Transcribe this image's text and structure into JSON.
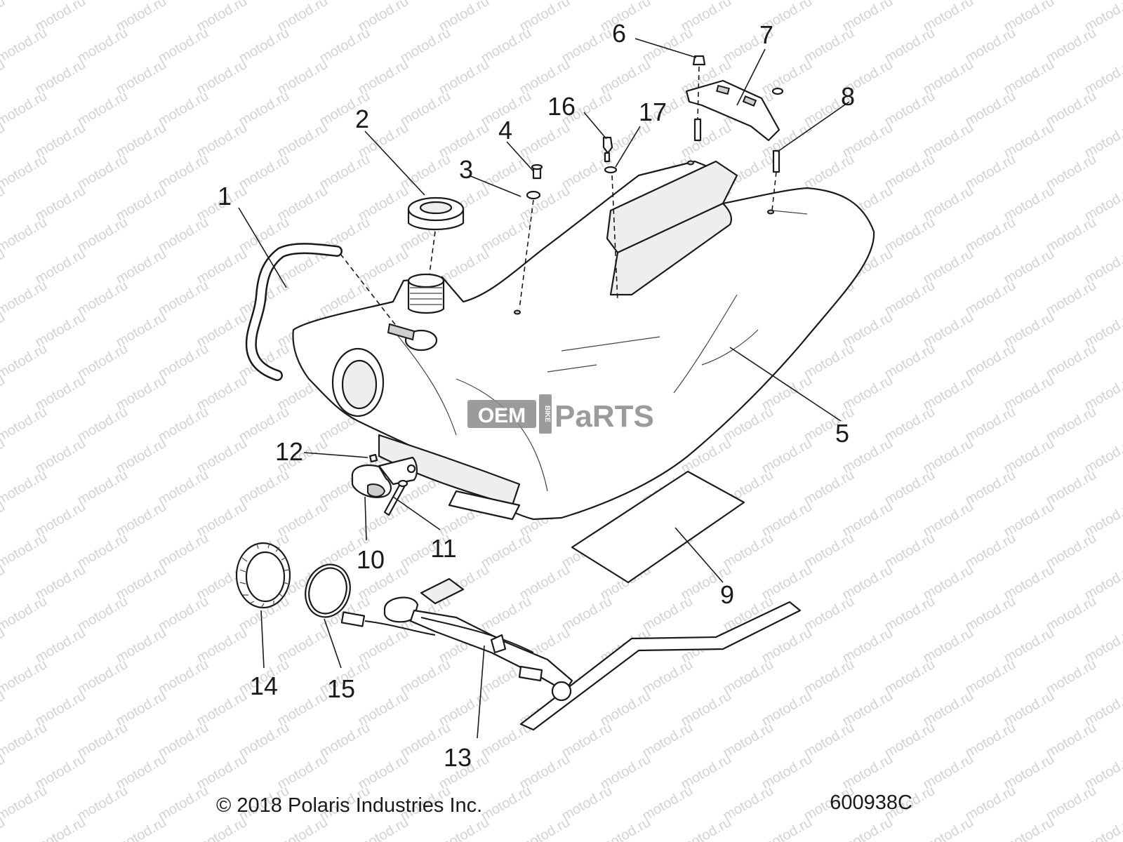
{
  "watermark": "motod.ru",
  "logo": {
    "oem": "OEM",
    "bike": "BIKE",
    "parts": "PaRTS"
  },
  "callouts": [
    "1",
    "2",
    "3",
    "4",
    "5",
    "6",
    "7",
    "8",
    "9",
    "10",
    "11",
    "12",
    "13",
    "14",
    "15",
    "16",
    "17"
  ],
  "footer": {
    "copyright": "© 2018 Polaris Industries Inc.",
    "diagram_id": "600938C"
  },
  "colors": {
    "line": "#1a1a1a",
    "watermark": "#d2d2d2",
    "logo": "#8a8a8a"
  }
}
